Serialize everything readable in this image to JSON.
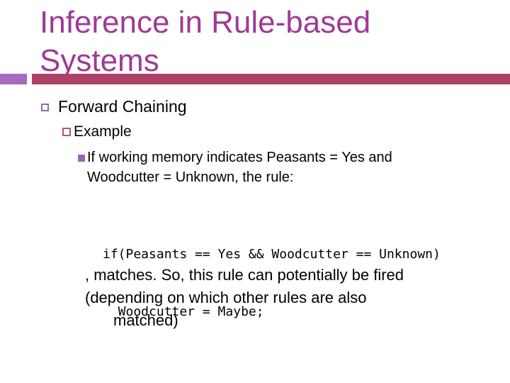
{
  "slide": {
    "title": "Inference in Rule-based Systems",
    "bullet1": {
      "label": "Forward Chaining",
      "icon": "hollow-square-bullet"
    },
    "bullet2": {
      "label": "Example",
      "icon": "hollow-square-bullet"
    },
    "bullet3": {
      "icon": "filled-square-bullet",
      "line1": "If working memory indicates Peasants = Yes and",
      "line2": "Woodcutter = Unknown, the rule:"
    },
    "code": {
      "line1": "if(Peasants == Yes && Woodcutter == Unknown)",
      "line2": "  Woodcutter = Maybe;"
    },
    "note": {
      "line1": ", matches. So, this rule can potentially be fired",
      "line2": "(depending on which other rules are also",
      "line3": "matched)"
    },
    "colors": {
      "background": "#FFFFFF",
      "title_text": "#9E3B94",
      "underline_bar": "#AE4168",
      "accent_square": "#A56BBE",
      "bullet1_outline": "#8F6C9F",
      "bullet2_outline": "#A9587A",
      "bullet3_fill": "#A162B6",
      "body_text": "#000000"
    }
  }
}
